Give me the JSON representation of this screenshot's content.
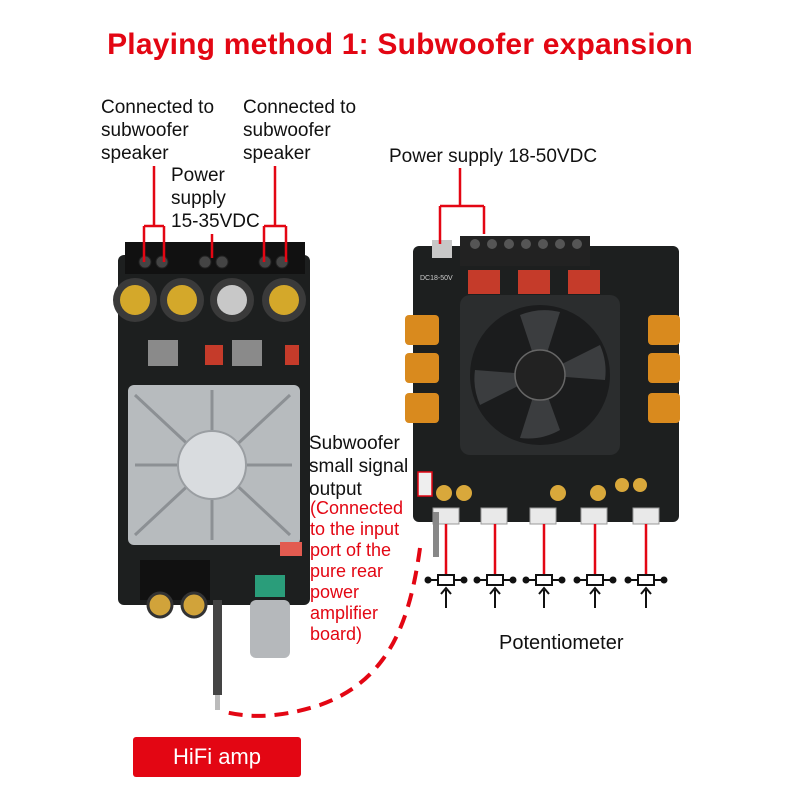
{
  "title": "Playing method 1: Subwoofer expansion",
  "labels": {
    "left_speaker_a": [
      "Connected to",
      "subwoofer",
      "speaker"
    ],
    "left_speaker_b": [
      "Connected to",
      "subwoofer",
      "speaker"
    ],
    "left_power": [
      "Power",
      "supply",
      "15-35VDC"
    ],
    "right_power": "Power supply 18-50VDC",
    "sub_output": [
      "Subwoofer",
      "small signal",
      "output"
    ],
    "sub_output_note": [
      "(Connected",
      "to the input",
      "port of the",
      "pure rear",
      "power",
      "amplifier",
      "board)"
    ],
    "potentiometer": "Potentiometer",
    "hifi_badge": "HiFi amp"
  },
  "board_silkscreen": "DC18-50V",
  "colors": {
    "accent_red": "#e30613",
    "pcb": "#1d1f1f",
    "heatsink": "#cfd2d4",
    "capacitor": "#d98a1e",
    "relay": "#c53b2a"
  }
}
